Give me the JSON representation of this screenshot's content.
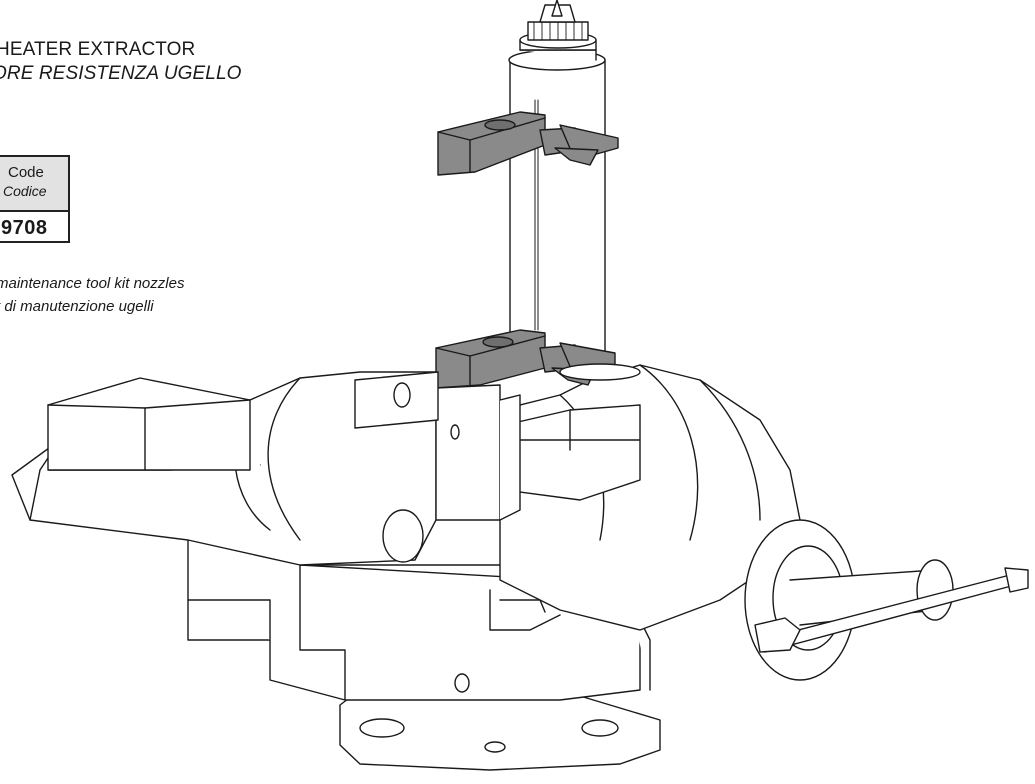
{
  "heading": {
    "title_en": "HEATER EXTRACTOR",
    "title_it": "ORE RESISTENZA UGELLO"
  },
  "code_table": {
    "label_en": "Code",
    "label_it": "Codice",
    "value": "9708"
  },
  "description": {
    "line_en": "maintenance tool kit nozzles",
    "line_it": "t di manutenzione ugelli"
  },
  "colors": {
    "line": "#1a1a1a",
    "part_gray": "#8a8a8a",
    "header_bg": "#e2e2e2"
  }
}
